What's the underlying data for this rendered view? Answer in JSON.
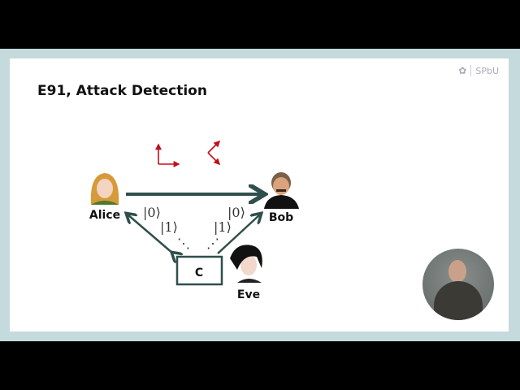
{
  "slide": {
    "title": "E91, Attack Detection",
    "logo_text": "SPbU",
    "logo_icon": "university-crest-icon"
  },
  "diagram": {
    "nodes": {
      "alice": "Alice",
      "bob": "Bob",
      "eve": "Eve",
      "source": "C"
    },
    "kets_left": [
      "|0⟩",
      "|1⟩"
    ],
    "kets_right": [
      "|0⟩",
      "|1⟩"
    ],
    "dots": "⋰",
    "colors": {
      "arrow": "#2f4f4c",
      "basis": "#c0101a"
    }
  }
}
